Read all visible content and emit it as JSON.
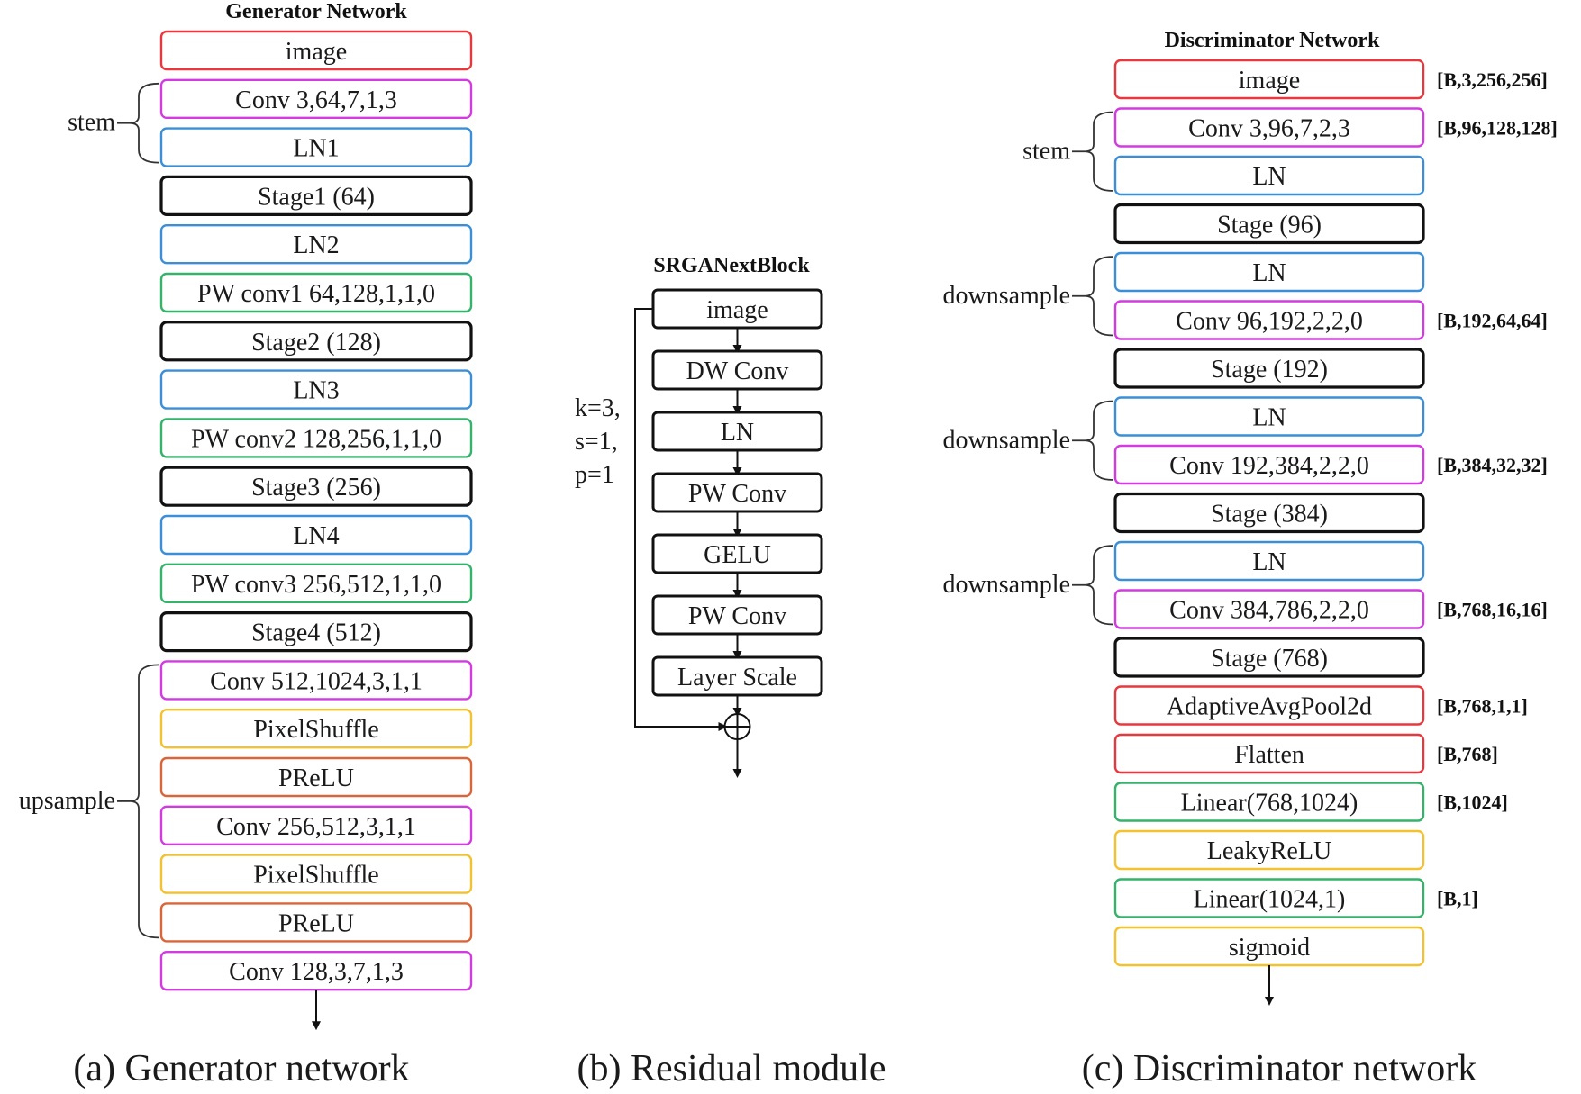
{
  "colors": {
    "red": "#e8383f",
    "magenta": "#d23be0",
    "blue": "#3c8fd6",
    "black": "#111111",
    "green": "#35b36a",
    "yellow": "#f2c230",
    "orange": "#d9663a"
  },
  "generator": {
    "title": "Generator Network",
    "caption": "(a) Generator network",
    "layers": [
      {
        "label": "image",
        "color": "red"
      },
      {
        "label": "Conv 3,64,7,1,3",
        "color": "magenta"
      },
      {
        "label": "LN1",
        "color": "blue"
      },
      {
        "label": "Stage1 (64)",
        "color": "black"
      },
      {
        "label": "LN2",
        "color": "blue"
      },
      {
        "label": "PW conv1 64,128,1,1,0",
        "color": "green"
      },
      {
        "label": "Stage2 (128)",
        "color": "black"
      },
      {
        "label": "LN3",
        "color": "blue"
      },
      {
        "label": "PW conv2 128,256,1,1,0",
        "color": "green"
      },
      {
        "label": "Stage3 (256)",
        "color": "black"
      },
      {
        "label": "LN4",
        "color": "blue"
      },
      {
        "label": "PW conv3 256,512,1,1,0",
        "color": "green"
      },
      {
        "label": "Stage4 (512)",
        "color": "black"
      },
      {
        "label": "Conv 512,1024,3,1,1",
        "color": "magenta"
      },
      {
        "label": "PixelShuffle",
        "color": "yellow"
      },
      {
        "label": "PReLU",
        "color": "orange"
      },
      {
        "label": "Conv 256,512,3,1,1",
        "color": "magenta"
      },
      {
        "label": "PixelShuffle",
        "color": "yellow"
      },
      {
        "label": "PReLU",
        "color": "orange"
      },
      {
        "label": "Conv 128,3,7,1,3",
        "color": "magenta"
      }
    ],
    "groups": [
      {
        "label": "stem",
        "from": 1,
        "to": 2
      },
      {
        "label": "upsample",
        "from": 13,
        "to": 18
      }
    ]
  },
  "residual": {
    "title": "SRGANextBlock",
    "caption": "(b) Residual module",
    "side_label": [
      "k=3,",
      "s=1,",
      "p=1"
    ],
    "layers": [
      {
        "label": "image"
      },
      {
        "label": "DW Conv"
      },
      {
        "label": "LN"
      },
      {
        "label": "PW Conv"
      },
      {
        "label": "GELU"
      },
      {
        "label": "PW Conv"
      },
      {
        "label": "Layer Scale"
      }
    ]
  },
  "discriminator": {
    "title": "Discriminator Network",
    "caption": "(c) Discriminator network",
    "layers": [
      {
        "label": "image",
        "color": "red",
        "shape": "[B,3,256,256]"
      },
      {
        "label": "Conv 3,96,7,2,3",
        "color": "magenta",
        "shape": "[B,96,128,128]"
      },
      {
        "label": "LN",
        "color": "blue",
        "shape": ""
      },
      {
        "label": "Stage (96)",
        "color": "black",
        "shape": ""
      },
      {
        "label": "LN",
        "color": "blue",
        "shape": ""
      },
      {
        "label": "Conv 96,192,2,2,0",
        "color": "magenta",
        "shape": "[B,192,64,64]"
      },
      {
        "label": "Stage (192)",
        "color": "black",
        "shape": ""
      },
      {
        "label": "LN",
        "color": "blue",
        "shape": ""
      },
      {
        "label": "Conv 192,384,2,2,0",
        "color": "magenta",
        "shape": "[B,384,32,32]"
      },
      {
        "label": "Stage (384)",
        "color": "black",
        "shape": ""
      },
      {
        "label": "LN",
        "color": "blue",
        "shape": ""
      },
      {
        "label": "Conv 384,786,2,2,0",
        "color": "magenta",
        "shape": "[B,768,16,16]"
      },
      {
        "label": "Stage (768)",
        "color": "black",
        "shape": ""
      },
      {
        "label": "AdaptiveAvgPool2d",
        "color": "red",
        "shape": "[B,768,1,1]"
      },
      {
        "label": "Flatten",
        "color": "red",
        "shape": "[B,768]"
      },
      {
        "label": "Linear(768,1024)",
        "color": "green",
        "shape": "[B,1024]"
      },
      {
        "label": "LeakyReLU",
        "color": "yellow",
        "shape": ""
      },
      {
        "label": "Linear(1024,1)",
        "color": "green",
        "shape": "[B,1]"
      },
      {
        "label": "sigmoid",
        "color": "yellow",
        "shape": ""
      }
    ],
    "groups": [
      {
        "label": "stem",
        "from": 1,
        "to": 2
      },
      {
        "label": "downsample",
        "from": 4,
        "to": 5
      },
      {
        "label": "downsample",
        "from": 7,
        "to": 8
      },
      {
        "label": "downsample",
        "from": 10,
        "to": 11
      }
    ]
  }
}
